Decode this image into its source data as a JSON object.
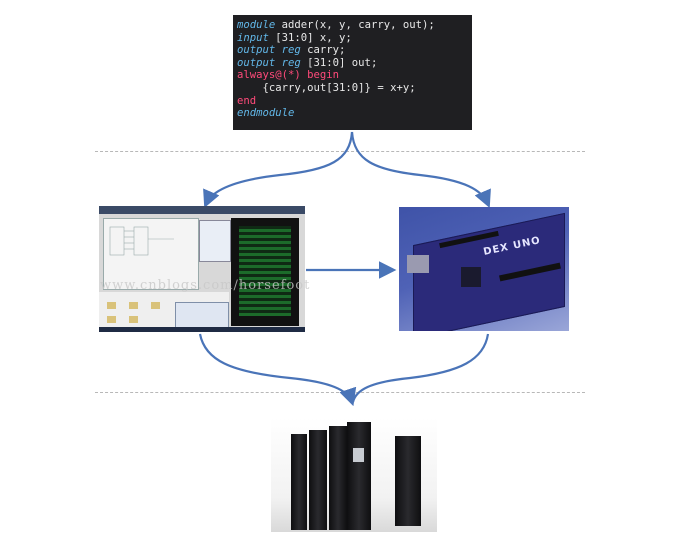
{
  "code": {
    "lines": [
      [
        {
          "t": "module",
          "c": "kw"
        },
        {
          "t": " adder(x, y, carry, out);",
          "c": ""
        }
      ],
      [
        {
          "t": "input",
          "c": "kw"
        },
        {
          "t": " [31:0] x, y;",
          "c": ""
        }
      ],
      [
        {
          "t": "output reg",
          "c": "kw"
        },
        {
          "t": " carry;",
          "c": ""
        }
      ],
      [
        {
          "t": "output reg",
          "c": "kw"
        },
        {
          "t": " [31:0] out;",
          "c": ""
        }
      ],
      [
        {
          "t": "always@(*) begin",
          "c": "kw2"
        }
      ],
      [
        {
          "t": "    {carry,out[31:0]} = x+y;",
          "c": ""
        }
      ],
      [
        {
          "t": "end",
          "c": "kw2"
        }
      ],
      [
        {
          "t": "endmodule",
          "c": "kw"
        }
      ]
    ]
  },
  "watermark": "www.cnblogs.com/horsefoot",
  "board_label": "DEX UNO",
  "colors": {
    "arrow": "#4a74b8",
    "code_bg": "#1f1f22"
  }
}
